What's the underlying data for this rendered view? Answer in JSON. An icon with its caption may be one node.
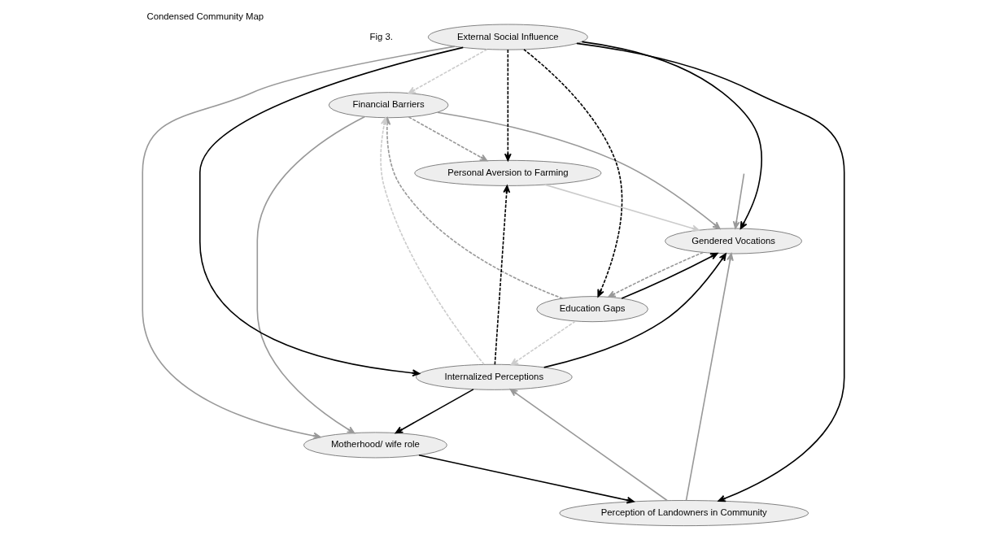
{
  "diagram": {
    "title": "Condensed Community Map",
    "nodes": [
      {
        "text": [
          "Financial Barriers"
        ]
      },
      {
        "text": [
          "Perception of Landowners in Community"
        ]
      },
      {
        "text": [
          "External Social Influence"
        ]
      },
      {
        "text": [
          "Personal Aversion to Farming"
        ]
      },
      {
        "text": [
          "Gendered Vocations"
        ]
      },
      {
        "text": [
          "Education Gaps"
        ]
      },
      {
        "text": [
          "Motherhood/ wife role"
        ]
      },
      {
        "text": [
          "Internalized Perceptions"
        ]
      }
    ],
    "edges": [
      {
        "from": 2,
        "to": 1,
        "arrow": "to"
      },
      {
        "from": 2,
        "to": 0,
        "arrow": "to",
        "style": "dashed",
        "color": "#cccccc"
      },
      {
        "from": 2,
        "to": 5,
        "arrow": "to",
        "style": "dashed"
      },
      {
        "from": 2,
        "to": 3,
        "arrow": "to",
        "style": "dashed"
      },
      {
        "from": 2,
        "to": 6,
        "arrow": "to",
        "color": "#999999"
      },
      {
        "from": 2,
        "to": 4,
        "arrow": "to"
      },
      {
        "from": 2,
        "to": 7,
        "arrow": "to"
      },
      {
        "from": 0,
        "to": 3,
        "arrow": "to",
        "style": "dashed",
        "color": "#999999"
      },
      {
        "from": 0,
        "to": 4,
        "arrow": "to",
        "color": "#999999"
      },
      {
        "from": 0,
        "to": 6,
        "arrow": "to",
        "color": "#999999"
      },
      {
        "from": 5,
        "to": 0,
        "arrow": "to",
        "style": "dashed",
        "color": "#999999"
      },
      {
        "from": 1,
        "to": 4,
        "arrow": "to",
        "color": "#999999"
      },
      {
        "from": 1,
        "to": 7,
        "arrow": "to",
        "color": "#999999"
      },
      {
        "from": 6,
        "to": 1,
        "arrow": "to"
      },
      {
        "from": 3,
        "to": 4,
        "arrow": "to",
        "color": "#cccccc"
      },
      {
        "from": 4,
        "to": 5,
        "arrow": "to",
        "style": "dashed",
        "color": "#999999"
      },
      {
        "from": 7,
        "to": 0,
        "arrow": "to",
        "style": "dashed",
        "color": "#cccccc"
      },
      {
        "from": 7,
        "to": 3,
        "arrow": "to",
        "style": "dashed"
      },
      {
        "from": 5,
        "to": 4,
        "arrow": "to"
      },
      {
        "from": 5,
        "to": 7,
        "arrow": "to",
        "style": "dashed",
        "color": "#cccccc"
      },
      {
        "from": null,
        "to": 4,
        "arrow": "to",
        "color": "#999999"
      },
      {
        "from": 7,
        "to": 4,
        "arrow": "to"
      },
      {
        "from": 7,
        "to": 6,
        "arrow": "to"
      }
    ],
    "labels": [
      "Fig 3."
    ]
  }
}
